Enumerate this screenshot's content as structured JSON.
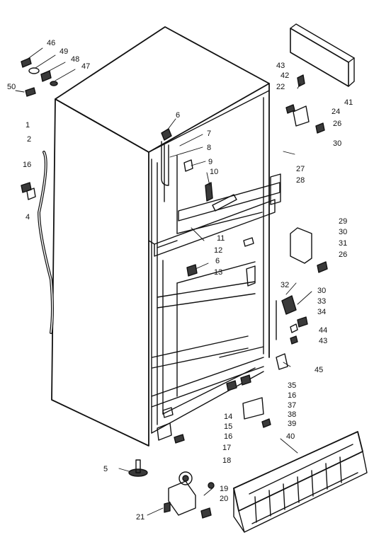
{
  "diagram": {
    "colors": {
      "ink": "#111111",
      "paper": "#ffffff",
      "shade": "#3a3a3a"
    },
    "callouts": {
      "c46": "46",
      "c49": "49",
      "c48": "48",
      "c47": "47",
      "c50": "50",
      "c1": "1",
      "c2": "2",
      "c16a": "16",
      "c4": "4",
      "c6a": "6",
      "c7": "7",
      "c8": "8",
      "c9": "9",
      "c10": "10",
      "c11": "11",
      "c12": "12",
      "c6b": "6",
      "c13": "13",
      "c43a": "43",
      "c42": "42",
      "c22": "22",
      "c41": "41",
      "c24": "24",
      "c26a": "26",
      "c30a": "30",
      "c27": "27",
      "c28": "28",
      "c29": "29",
      "c30b": "30",
      "c31": "31",
      "c26b": "26",
      "c32": "32",
      "c30c": "30",
      "c33": "33",
      "c34": "34",
      "c44": "44",
      "c43b": "43",
      "c45": "45",
      "c35": "35",
      "c16b": "16",
      "c37": "37",
      "c38": "38",
      "c39": "39",
      "c14": "14",
      "c15": "15",
      "c16c": "16",
      "c40": "40",
      "c5": "5",
      "c17": "17",
      "c18": "18",
      "c19": "19",
      "c20": "20",
      "c21": "21"
    }
  }
}
